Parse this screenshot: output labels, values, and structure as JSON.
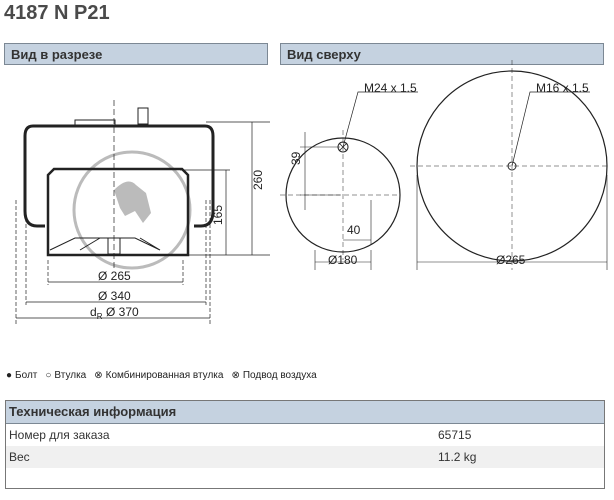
{
  "title": "4187 N P21",
  "sections": {
    "cross_section": "Вид в разрезе",
    "top_view": "Вид сверху"
  },
  "drawing": {
    "d260": "260",
    "d165": "165",
    "d265": "Ø 265",
    "d340": "Ø 340",
    "dR": "d",
    "dR_sub": "R",
    "d370": "Ø 370",
    "m24": "M24 x 1.5",
    "m16": "M16 x 1.5",
    "d39": "39",
    "d40": "40",
    "d180": "Ø180",
    "d265top": "Ø265"
  },
  "legend": [
    {
      "icon": "filled-circle",
      "label": "Болт"
    },
    {
      "icon": "open-circle",
      "label": "Втулка"
    },
    {
      "icon": "combined-circle",
      "label": "Комбинированная втулка"
    },
    {
      "icon": "cross-circle",
      "label": "Подвод воздуха"
    }
  ],
  "tech": {
    "header": "Техническая информация",
    "rows": [
      {
        "label": "Номер для заказа",
        "value": "65715"
      },
      {
        "label": "Вес",
        "value": "11.2 kg"
      }
    ]
  }
}
